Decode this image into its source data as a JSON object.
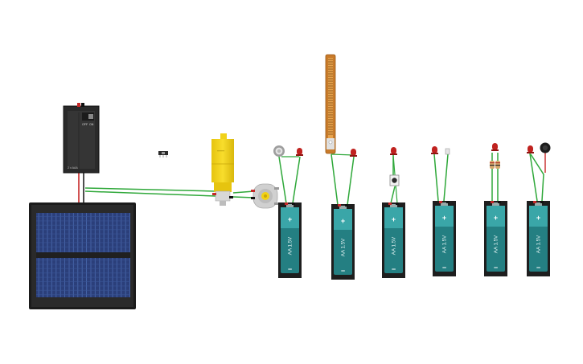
{
  "battery_pack": {
    "label": "2 x AAA",
    "switch_off": "OFF",
    "switch_on": "ON"
  },
  "battery_label": "AA 1.5V",
  "battery_plus": "+",
  "battery_minus": "−",
  "colors": {
    "wire_green": "#2fa83a",
    "wire_red": "#c62828",
    "battery_teal": "#3aa6a8",
    "battery_teal_dark": "#247f82",
    "battery_shell": "#1e1e1e",
    "solar_cell": "#2b3f7a",
    "motor_yellow": "#f1d21a",
    "led_red": "#c0221f",
    "flex_sensor_orange": "#c97b2a"
  },
  "components": [
    "battery-pack-2xaaa",
    "solar-panel",
    "slide-switch",
    "dc-gear-motor",
    "fan-motor",
    "light-sensor-circuit",
    "flex-sensor-circuit",
    "pushbutton-circuit",
    "tilt-switch-circuit",
    "resistor-circuit",
    "vibration-motor-circuit"
  ]
}
